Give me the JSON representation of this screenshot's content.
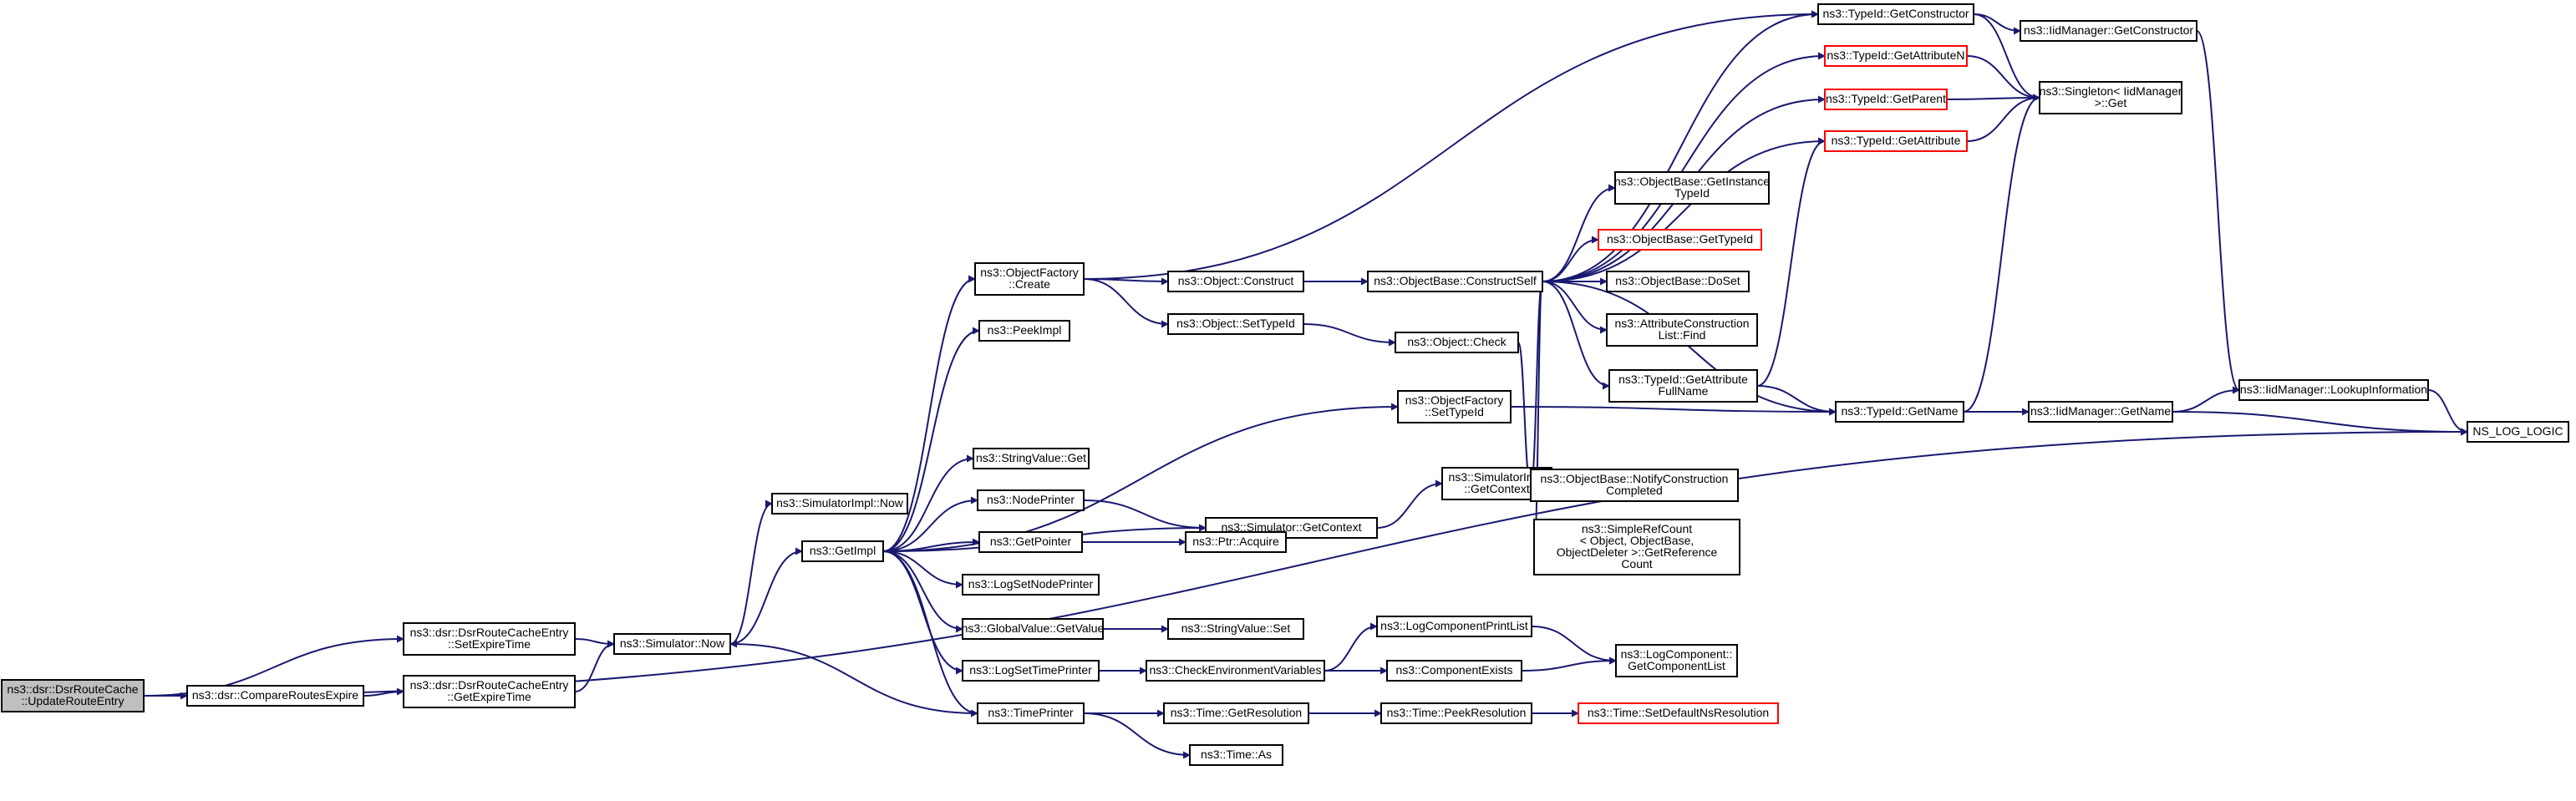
{
  "graph": {
    "edge_color": "#191970",
    "nodes": [
      {
        "id": "root",
        "lines": [
          "ns3::dsr::DsrRouteCache",
          "::UpdateRouteEntry"
        ],
        "style": "root"
      },
      {
        "id": "compare",
        "lines": [
          "ns3::dsr::CompareRoutesExpire"
        ]
      },
      {
        "id": "setexp",
        "lines": [
          "ns3::dsr::DsrRouteCacheEntry",
          "::SetExpireTime"
        ]
      },
      {
        "id": "getexp",
        "lines": [
          "ns3::dsr::DsrRouteCacheEntry",
          "::GetExpireTime"
        ]
      },
      {
        "id": "simnow",
        "lines": [
          "ns3::Simulator::Now"
        ]
      },
      {
        "id": "simimplnow",
        "lines": [
          "ns3::SimulatorImpl::Now"
        ]
      },
      {
        "id": "getimpl",
        "lines": [
          "ns3::GetImpl"
        ]
      },
      {
        "id": "ofcreate",
        "lines": [
          "ns3::ObjectFactory",
          "::Create"
        ]
      },
      {
        "id": "peekimpl",
        "lines": [
          "ns3::PeekImpl"
        ]
      },
      {
        "id": "strget",
        "lines": [
          "ns3::StringValue::Get"
        ]
      },
      {
        "id": "nodeprinter",
        "lines": [
          "ns3::NodePrinter"
        ]
      },
      {
        "id": "getpointer",
        "lines": [
          "ns3::GetPointer"
        ]
      },
      {
        "id": "logsetnode",
        "lines": [
          "ns3::LogSetNodePrinter"
        ]
      },
      {
        "id": "gvget",
        "lines": [
          "ns3::GlobalValue::GetValue"
        ]
      },
      {
        "id": "logsettime",
        "lines": [
          "ns3::LogSetTimePrinter"
        ]
      },
      {
        "id": "timeprinter",
        "lines": [
          "ns3::TimePrinter"
        ]
      },
      {
        "id": "objconstruct",
        "lines": [
          "ns3::Object::Construct"
        ]
      },
      {
        "id": "objsettid",
        "lines": [
          "ns3::Object::SetTypeId"
        ]
      },
      {
        "id": "simgetctx",
        "lines": [
          "ns3::Simulator::GetContext"
        ]
      },
      {
        "id": "ptracquire",
        "lines": [
          "ns3::Ptr::Acquire"
        ]
      },
      {
        "id": "strset",
        "lines": [
          "ns3::StringValue::Set"
        ]
      },
      {
        "id": "checkenv",
        "lines": [
          "ns3::CheckEnvironmentVariables"
        ]
      },
      {
        "id": "timegetres",
        "lines": [
          "ns3::Time::GetResolution"
        ]
      },
      {
        "id": "timeas",
        "lines": [
          "ns3::Time::As"
        ]
      },
      {
        "id": "obcs",
        "lines": [
          "ns3::ObjectBase::ConstructSelf"
        ]
      },
      {
        "id": "objcheck",
        "lines": [
          "ns3::Object::Check"
        ]
      },
      {
        "id": "ofsettid",
        "lines": [
          "ns3::ObjectFactory",
          "::SetTypeId"
        ]
      },
      {
        "id": "simimplgetctx",
        "lines": [
          "ns3::SimulatorImpl",
          "::GetContext"
        ]
      },
      {
        "id": "logcpl",
        "lines": [
          "ns3::LogComponentPrintList"
        ]
      },
      {
        "id": "compexists",
        "lines": [
          "ns3::ComponentExists"
        ]
      },
      {
        "id": "peekres",
        "lines": [
          "ns3::Time::PeekResolution"
        ]
      },
      {
        "id": "tidgetctor",
        "lines": [
          "ns3::TypeId::GetConstructor"
        ]
      },
      {
        "id": "tidgetattrn",
        "lines": [
          "ns3::TypeId::GetAttributeN"
        ],
        "style": "red"
      },
      {
        "id": "tidgetparent",
        "lines": [
          "ns3::TypeId::GetParent"
        ],
        "style": "red"
      },
      {
        "id": "tidgetattr",
        "lines": [
          "ns3::TypeId::GetAttribute"
        ],
        "style": "red"
      },
      {
        "id": "obgetinst",
        "lines": [
          "ns3::ObjectBase::GetInstance",
          "TypeId"
        ]
      },
      {
        "id": "obgettid",
        "lines": [
          "ns3::ObjectBase::GetTypeId"
        ],
        "style": "red"
      },
      {
        "id": "obdoset",
        "lines": [
          "ns3::ObjectBase::DoSet"
        ]
      },
      {
        "id": "acfind",
        "lines": [
          "ns3::AttributeConstruction",
          "List::Find"
        ]
      },
      {
        "id": "tidgetattrfull",
        "lines": [
          "ns3::TypeId::GetAttribute",
          "FullName"
        ]
      },
      {
        "id": "tidgetname",
        "lines": [
          "ns3::TypeId::GetName"
        ]
      },
      {
        "id": "obnotify",
        "lines": [
          "ns3::ObjectBase::NotifyConstruction",
          "Completed"
        ]
      },
      {
        "id": "srcgetref",
        "lines": [
          "ns3::SimpleRefCount",
          "< Object, ObjectBase,",
          "ObjectDeleter >::GetReference",
          "Count"
        ]
      },
      {
        "id": "logcgetlist",
        "lines": [
          "ns3::LogComponent::",
          "GetComponentList"
        ]
      },
      {
        "id": "setdefres",
        "lines": [
          "ns3::Time::SetDefaultNsResolution"
        ],
        "style": "red"
      },
      {
        "id": "iidgetctor",
        "lines": [
          "ns3::IidManager::GetConstructor"
        ]
      },
      {
        "id": "singleton",
        "lines": [
          "ns3::Singleton< IidManager",
          ">::Get"
        ]
      },
      {
        "id": "iidgetname",
        "lines": [
          "ns3::IidManager::GetName"
        ]
      },
      {
        "id": "iidlookup",
        "lines": [
          "ns3::IidManager::LookupInformation"
        ]
      },
      {
        "id": "nslog",
        "lines": [
          "NS_LOG_LOGIC"
        ]
      }
    ],
    "edges": [
      [
        "root",
        "compare"
      ],
      [
        "root",
        "setexp"
      ],
      [
        "root",
        "nslog"
      ],
      [
        "compare",
        "getexp"
      ],
      [
        "setexp",
        "simnow"
      ],
      [
        "getexp",
        "simnow"
      ],
      [
        "simnow",
        "simimplnow"
      ],
      [
        "simnow",
        "getimpl"
      ],
      [
        "getimpl",
        "ofcreate"
      ],
      [
        "getimpl",
        "peekimpl"
      ],
      [
        "getimpl",
        "strget"
      ],
      [
        "getimpl",
        "nodeprinter"
      ],
      [
        "getimpl",
        "getpointer"
      ],
      [
        "getimpl",
        "logsetnode"
      ],
      [
        "getimpl",
        "gvget"
      ],
      [
        "getimpl",
        "logsettime"
      ],
      [
        "getimpl",
        "timeprinter"
      ],
      [
        "getimpl",
        "simgetctx"
      ],
      [
        "getimpl",
        "ofsettid"
      ],
      [
        "timeprinter",
        "simnow"
      ],
      [
        "ofcreate",
        "objconstruct"
      ],
      [
        "ofcreate",
        "objsettid"
      ],
      [
        "ofcreate",
        "tidgetctor"
      ],
      [
        "nodeprinter",
        "simgetctx"
      ],
      [
        "getpointer",
        "ptracquire"
      ],
      [
        "gvget",
        "strset"
      ],
      [
        "logsettime",
        "checkenv"
      ],
      [
        "timeprinter",
        "timegetres"
      ],
      [
        "timeprinter",
        "timeas"
      ],
      [
        "objconstruct",
        "obcs"
      ],
      [
        "objsettid",
        "objcheck"
      ],
      [
        "simgetctx",
        "simimplgetctx"
      ],
      [
        "checkenv",
        "logcpl"
      ],
      [
        "checkenv",
        "compexists"
      ],
      [
        "timegetres",
        "peekres"
      ],
      [
        "peekres",
        "setdefres"
      ],
      [
        "logcpl",
        "logcgetlist"
      ],
      [
        "compexists",
        "logcgetlist"
      ],
      [
        "obcs",
        "tidgetattrn"
      ],
      [
        "obcs",
        "tidgetparent"
      ],
      [
        "obcs",
        "tidgetattr"
      ],
      [
        "obcs",
        "obgetinst"
      ],
      [
        "obcs",
        "obgettid"
      ],
      [
        "obcs",
        "obdoset"
      ],
      [
        "obcs",
        "acfind"
      ],
      [
        "obcs",
        "tidgetattrfull"
      ],
      [
        "obcs",
        "tidgetname"
      ],
      [
        "obcs",
        "obnotify"
      ],
      [
        "obcs",
        "srcgetref"
      ],
      [
        "obcs",
        "tidgetctor"
      ],
      [
        "objcheck",
        "obnotify"
      ],
      [
        "ofsettid",
        "tidgetname"
      ],
      [
        "tidgetattrfull",
        "tidgetname"
      ],
      [
        "tidgetattrfull",
        "tidgetattr"
      ],
      [
        "tidgetctor",
        "iidgetctor"
      ],
      [
        "tidgetctor",
        "singleton"
      ],
      [
        "tidgetattrn",
        "singleton"
      ],
      [
        "tidgetparent",
        "singleton"
      ],
      [
        "tidgetattr",
        "singleton"
      ],
      [
        "tidgetname",
        "singleton"
      ],
      [
        "tidgetname",
        "iidgetname"
      ],
      [
        "iidgetctor",
        "iidlookup"
      ],
      [
        "iidgetname",
        "iidlookup"
      ],
      [
        "iidgetname",
        "nslog"
      ],
      [
        "iidlookup",
        "nslog"
      ]
    ]
  }
}
